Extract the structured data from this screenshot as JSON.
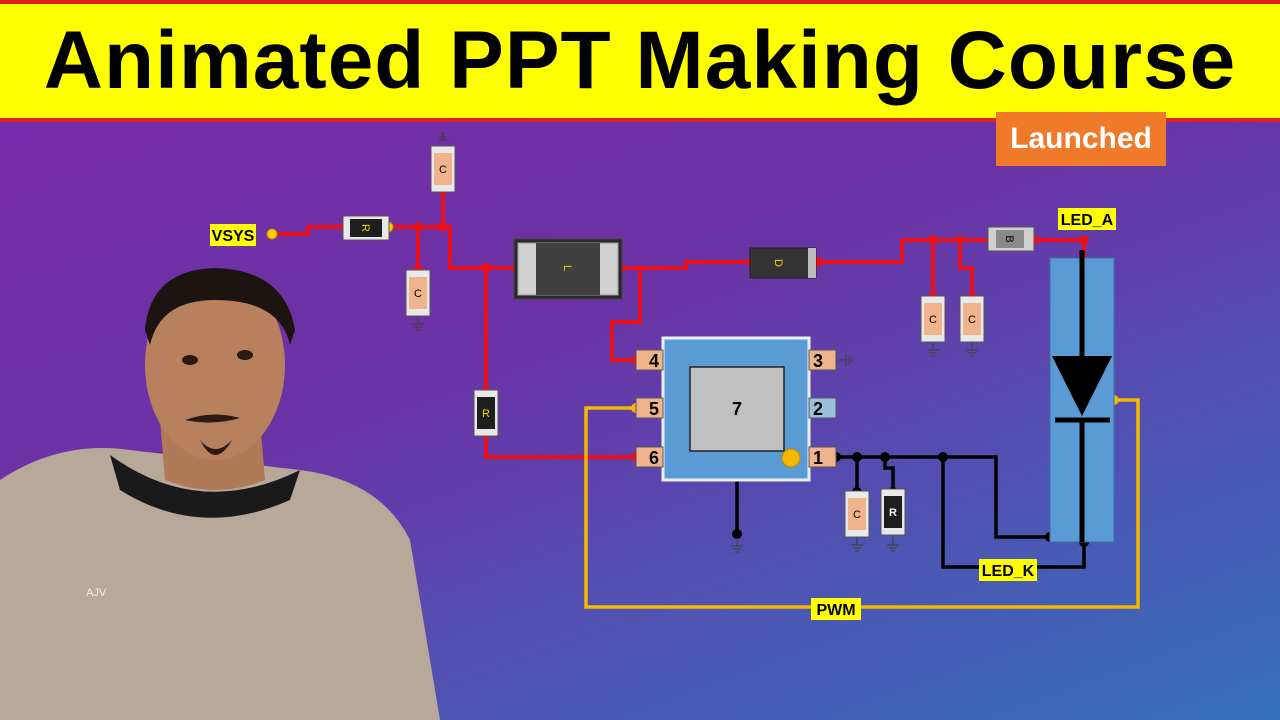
{
  "title": "Animated PPT Making Course",
  "badge": "Launched",
  "colors": {
    "title_bg": "#ffff00",
    "title_border": "#e02020",
    "badge_bg": "#f07a2a",
    "wire_power": "#e8101a",
    "wire_pwm": "#f5b800",
    "wire_ground": "#000000",
    "ic_body": "#5b9bd5",
    "label_bg": "#ffff00"
  },
  "net_labels": {
    "vsys": "VSYS",
    "led_a": "LED_A",
    "led_k": "LED_K",
    "pwm": "PWM"
  },
  "components": {
    "resistor": "R",
    "capacitor": "C",
    "inductor": "L",
    "diode": "D",
    "bead": "B"
  },
  "ic": {
    "center_pin": "7",
    "pins": [
      "4",
      "5",
      "6",
      "3",
      "2",
      "1"
    ]
  },
  "presenter": {
    "shirt_logo": "AJV"
  }
}
